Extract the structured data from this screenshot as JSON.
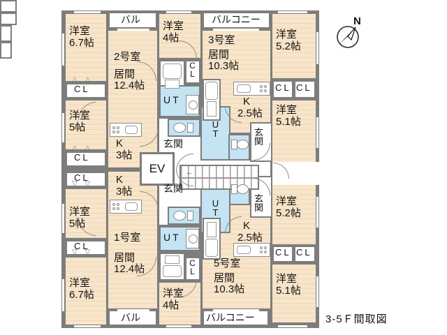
{
  "title": "3-5Ｆ間取図",
  "compass": {
    "north_label": "N"
  },
  "common": {
    "elevator": "EV",
    "entrance": "玄関",
    "utility": "UT",
    "closet": "CL",
    "balcony_short": "バル",
    "balcony_long": "バルコニー"
  },
  "units": {
    "u1": {
      "name": "1号室",
      "living": "居間",
      "living_size": "12.4帖",
      "kitchen": "K",
      "kitchen_size": "3帖"
    },
    "u2": {
      "name": "2号室",
      "living": "居間",
      "living_size": "12.4帖",
      "kitchen": "K",
      "kitchen_size": "3帖"
    },
    "u3": {
      "name": "3号室",
      "living": "居間",
      "living_size": "10.3帖",
      "kitchen": "K",
      "kitchen_size": "2.5帖"
    },
    "u5": {
      "name": "5号室",
      "living": "居間",
      "living_size": "10.3帖",
      "kitchen": "K",
      "kitchen_size": "2.5帖"
    }
  },
  "rooms": {
    "w67": {
      "label": "洋室",
      "size": "6.7帖"
    },
    "w5": {
      "label": "洋室",
      "size": "5帖"
    },
    "w4": {
      "label": "洋室",
      "size": "4帖"
    },
    "e52": {
      "label": "洋室",
      "size": "5.2帖"
    },
    "e51": {
      "label": "洋室",
      "size": "5.1帖"
    }
  },
  "icons": {
    "folding_door_up": "△ △",
    "folding_door_down": "▽ ▽",
    "stair_arrow_right": "→",
    "stair_arrow_left": "←"
  },
  "colors": {
    "wall": "#7d7d7d",
    "floor": "#f8e5c9",
    "floor_stripe": "#ecd7b8",
    "wet_area": "#c4e3f3",
    "text": "#131313"
  }
}
